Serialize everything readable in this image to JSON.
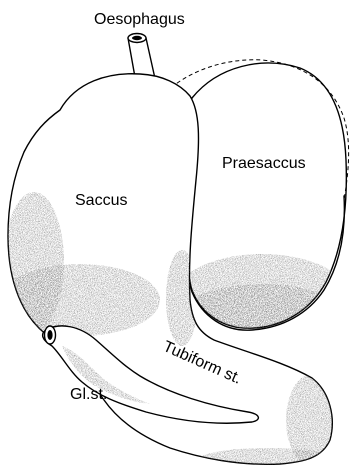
{
  "labels": {
    "oesophagus": "Oesophagus",
    "saccus": "Saccus",
    "praesaccus": "Praesaccus",
    "tubiform": "Tubiform st.",
    "glst": "Gl.st."
  },
  "colors": {
    "stroke": "#000000",
    "shading": "#4a4a4a",
    "background": "#ffffff"
  }
}
